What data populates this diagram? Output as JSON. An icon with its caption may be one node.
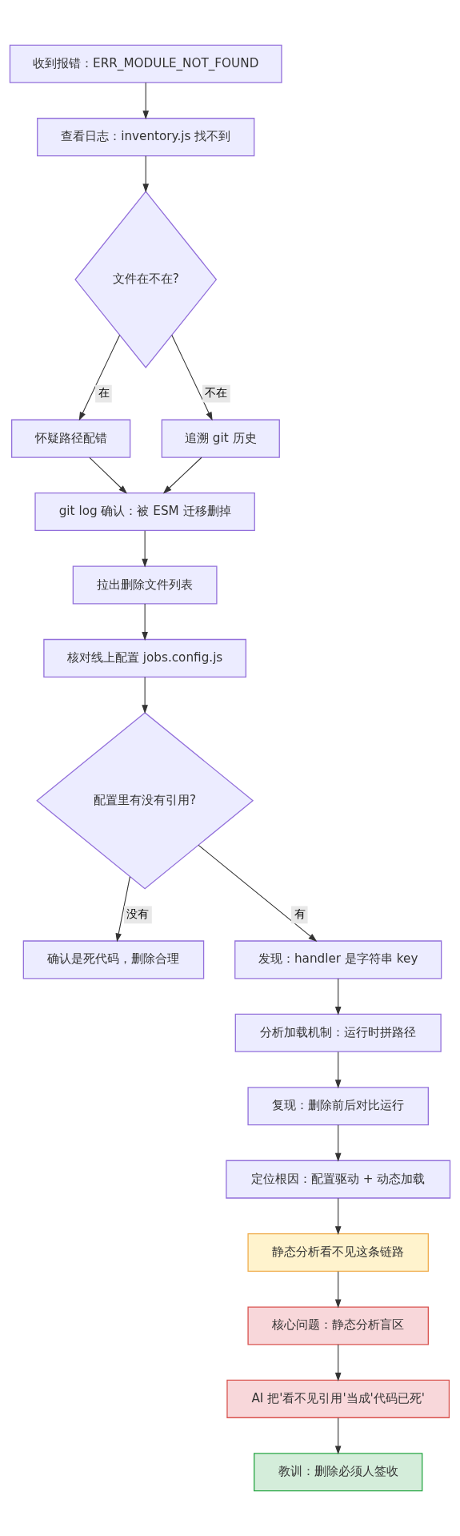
{
  "diagram": {
    "nodes": [
      {
        "text": [
          "收到报错：ERR_MODULE_NOT_FOUND"
        ]
      },
      {
        "text": [
          "查看日志：inventory.js 找不到"
        ]
      },
      {
        "text": [
          "文件在不在?"
        ]
      },
      {
        "text": [
          "怀疑路径配错"
        ]
      },
      {
        "text": [
          "追溯 git 历史"
        ]
      },
      {
        "text": [
          "git log 确认：被 ESM 迁移删掉"
        ]
      },
      {
        "text": [
          "拉出删除文件列表"
        ]
      },
      {
        "text": [
          "核对线上配置 jobs.config.js"
        ]
      },
      {
        "text": [
          "配置里有没有引用?"
        ]
      },
      {
        "text": [
          "确认是死代码，删除合理"
        ]
      },
      {
        "text": [
          "发现：handler 是字符串 key"
        ]
      },
      {
        "text": [
          "分析加载机制：运行时拼路径"
        ]
      },
      {
        "text": [
          "复现：删除前后对比运行"
        ]
      },
      {
        "text": [
          "定位根因：配置驱动 + 动态加载"
        ]
      },
      {
        "text": [
          "静态分析看不见这条链路"
        ]
      },
      {
        "text": [
          "核心问题：静态分析盲区"
        ]
      },
      {
        "text": [
          "AI 把'看不见引用'当成'代码已死'"
        ]
      },
      {
        "text": [
          "教训：删除必须人签收"
        ]
      }
    ],
    "edges": [
      {
        "from": 0,
        "to": 1,
        "arrow": "to"
      },
      {
        "from": 1,
        "to": 2,
        "arrow": "to"
      },
      {
        "from": 2,
        "to": 3,
        "arrow": "to",
        "label": "在"
      },
      {
        "from": 2,
        "to": 4,
        "arrow": "to",
        "label": "不在"
      },
      {
        "from": 3,
        "to": 5,
        "arrow": "to"
      },
      {
        "from": 4,
        "to": 5,
        "arrow": "to"
      },
      {
        "from": 5,
        "to": 6,
        "arrow": "to"
      },
      {
        "from": 6,
        "to": 7,
        "arrow": "to"
      },
      {
        "from": 7,
        "to": 8,
        "arrow": "to"
      },
      {
        "from": 8,
        "to": 9,
        "arrow": "to",
        "label": "没有"
      },
      {
        "from": 8,
        "to": 10,
        "arrow": "to",
        "label": "有"
      },
      {
        "from": 10,
        "to": 11,
        "arrow": "to"
      },
      {
        "from": 11,
        "to": 12,
        "arrow": "to"
      },
      {
        "from": 12,
        "to": 13,
        "arrow": "to"
      },
      {
        "from": 13,
        "to": 14,
        "arrow": "to"
      },
      {
        "from": 14,
        "to": 15,
        "arrow": "to"
      },
      {
        "from": 15,
        "to": 16,
        "arrow": "to"
      },
      {
        "from": 16,
        "to": 17,
        "arrow": "to"
      }
    ]
  }
}
